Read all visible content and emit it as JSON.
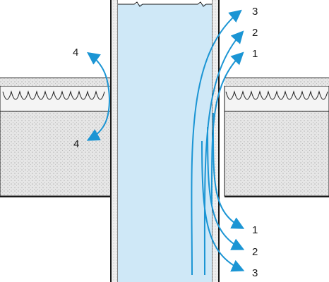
{
  "colors": {
    "duct_fill": "#cfe8f7",
    "slab_fill": "#e8e8e8",
    "insulation_fill": "#f4f4f4",
    "wall_fill": "#eeeeee",
    "arrow": "#1b95d4",
    "line": "#1a1a1a",
    "background": "#ffffff"
  },
  "labels": {
    "right_top": [
      "3",
      "2",
      "1"
    ],
    "right_bottom": [
      "1",
      "2",
      "3"
    ],
    "left_top": "4",
    "left_bottom": "4"
  }
}
